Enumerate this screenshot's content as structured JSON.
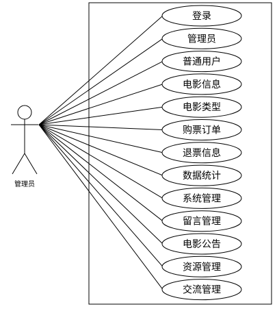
{
  "diagram": {
    "actor": {
      "label": "管理员"
    },
    "use_cases": [
      {
        "label": "登录"
      },
      {
        "label": "管理员"
      },
      {
        "label": "普通用户"
      },
      {
        "label": "电影信息"
      },
      {
        "label": "电影类型"
      },
      {
        "label": "购票订单"
      },
      {
        "label": "退票信息"
      },
      {
        "label": "数据统计"
      },
      {
        "label": "系统管理"
      },
      {
        "label": "留言管理"
      },
      {
        "label": "电影公告"
      },
      {
        "label": "资源管理"
      },
      {
        "label": "交流管理"
      }
    ]
  }
}
